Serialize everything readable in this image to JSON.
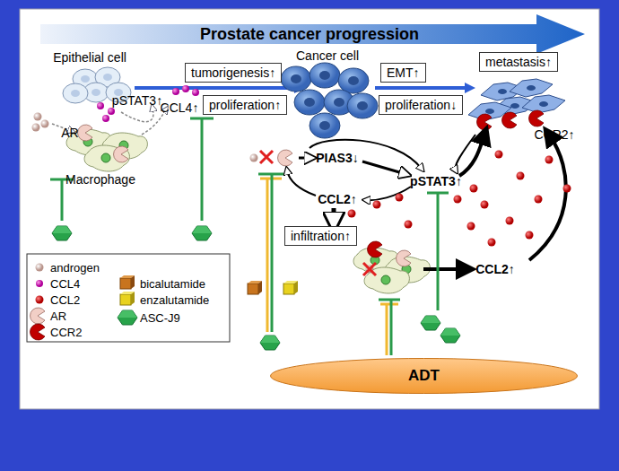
{
  "diagram": {
    "title": "Prostate cancer progression",
    "nodes": [
      {
        "text": [
          "tumorigenesis↑"
        ]
      },
      {
        "text": [
          "proliferation↑"
        ]
      },
      {
        "text": [
          "EMT↑"
        ]
      },
      {
        "text": [
          "metastasis↑"
        ]
      },
      {
        "text": [
          "proliferation↓"
        ]
      },
      {
        "text": [
          "infiltration↑"
        ]
      },
      {
        "text": [
          "ADT"
        ]
      }
    ],
    "labels": [
      "Epithelial cell",
      "pSTAT3↑",
      "CCL4↑",
      "AR",
      "Macrophage",
      "Cancer cell",
      "PIAS3↓",
      "CCL2↑",
      "pSTAT3↑",
      "CCL2↑",
      "CCR2↑"
    ],
    "legend": [
      {
        "text": "androgen"
      },
      {
        "text": "CCL4"
      },
      {
        "text": "CCL2"
      },
      {
        "text": "AR"
      },
      {
        "text": "CCR2"
      },
      {
        "text": "bicalutamide"
      },
      {
        "text": "enzalutamide"
      },
      {
        "text": "ASC-J9"
      }
    ]
  }
}
